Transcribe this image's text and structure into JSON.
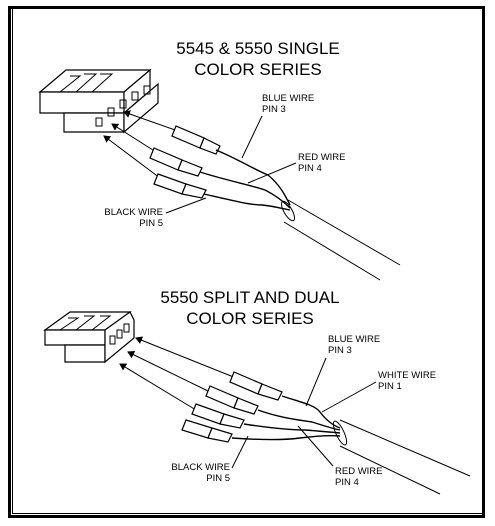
{
  "top_diagram": {
    "title_line1": "5545 & 5550 SINGLE",
    "title_line2": "COLOR SERIES",
    "blue_wire": "BLUE WIRE",
    "blue_pin": "PIN 3",
    "red_wire": "RED WIRE",
    "red_pin": "PIN 4",
    "black_wire": "BLACK WIRE",
    "black_pin": "PIN 5"
  },
  "bottom_diagram": {
    "title_line1": "5550 SPLIT AND DUAL",
    "title_line2": "COLOR SERIES",
    "blue_wire": "BLUE WIRE",
    "blue_pin": "PIN 3",
    "white_wire": "WHITE WIRE",
    "white_pin": "PIN 1",
    "black_wire": "BLACK WIRE",
    "black_pin": "PIN 5",
    "red_wire": "RED WIRE",
    "red_pin": "PIN 4"
  }
}
